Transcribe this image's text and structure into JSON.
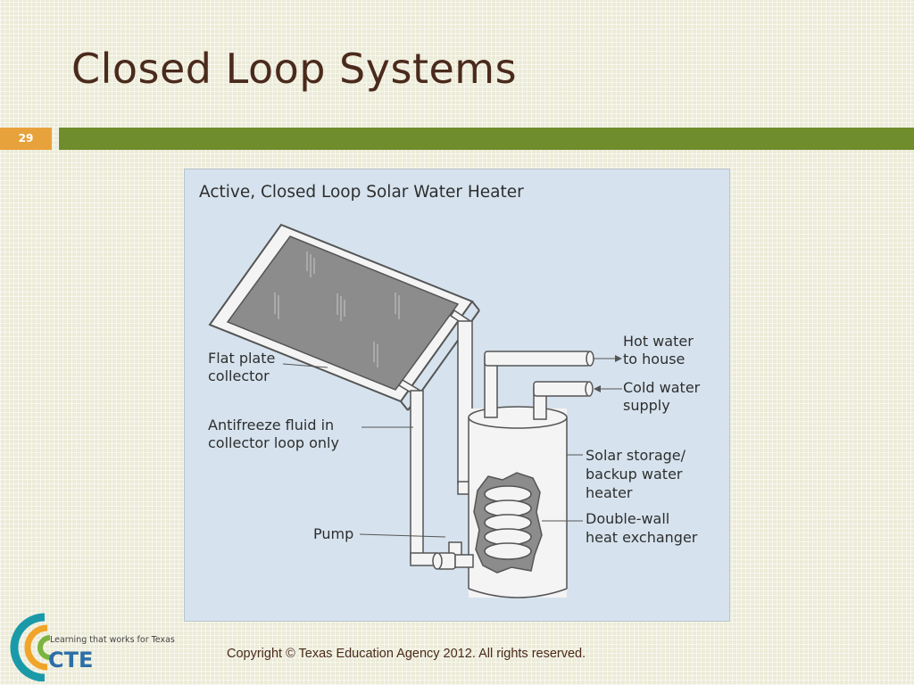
{
  "slide": {
    "title": "Closed Loop Systems",
    "number": "29",
    "copyright": "Copyright © Texas Education Agency 2012. All rights reserved."
  },
  "diagram": {
    "title": "Active, Closed Loop Solar Water Heater",
    "labels": {
      "flat_plate_line1": "Flat plate",
      "flat_plate_line2": "collector",
      "antifreeze_line1": "Antifreeze fluid in",
      "antifreeze_line2": "collector loop only",
      "pump": "Pump",
      "hot_water_line1": "Hot water",
      "hot_water_line2": "to house",
      "cold_water_line1": "Cold water",
      "cold_water_line2": "supply",
      "storage_line1": "Solar storage/",
      "storage_line2": "backup water",
      "storage_line3": "heater",
      "exchanger_line1": "Double-wall",
      "exchanger_line2": "heat exchanger"
    }
  },
  "logo": {
    "tagline": "Learning that works for Texas",
    "name": "CTE",
    "colors": [
      "#1a9aa8",
      "#f0a42a",
      "#7bb540",
      "#2c6fa8"
    ]
  }
}
